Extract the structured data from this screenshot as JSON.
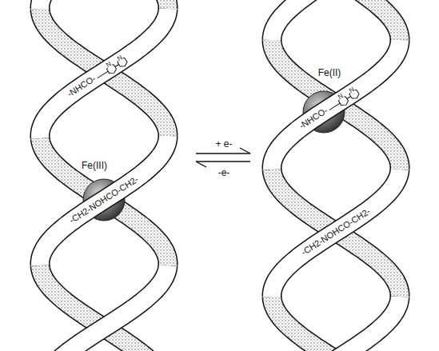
{
  "diagram": {
    "labels": [
      "-NHCO-",
      "N",
      "N",
      "Fe(III)",
      "-CH2-NOHCO-CH2-",
      "+ e-",
      "-e-",
      "Fe(II)",
      "-NHCO-",
      "N",
      "N",
      "-CH2-NOHCO-CH2-"
    ]
  }
}
